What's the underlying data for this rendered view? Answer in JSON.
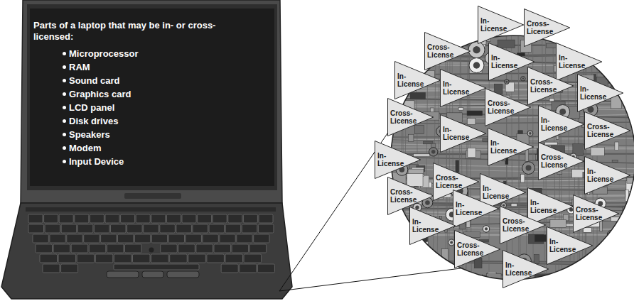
{
  "diagram": {
    "nodes": [
      {
        "text": [
          "Parts of a laptop that may be in- or cross-licensed:",
          "Microprocessor",
          "RAM",
          "Sound card",
          "Graphics card",
          "LCD panel",
          "Disk drives",
          "Speakers",
          "Modem",
          "Input Device"
        ]
      },
      {
        "text": [
          "In-License"
        ]
      },
      {
        "text": [
          "Cross-License"
        ]
      },
      {
        "text": [
          "Cross-License"
        ]
      },
      {
        "text": [
          "In-License"
        ]
      },
      {
        "text": [
          "In-License"
        ]
      },
      {
        "text": [
          "In-License"
        ]
      },
      {
        "text": [
          "In-License"
        ]
      },
      {
        "text": [
          "Cross-License"
        ]
      },
      {
        "text": [
          "In-License"
        ]
      },
      {
        "text": [
          "Cross-License"
        ]
      },
      {
        "text": [
          "Cross-License"
        ]
      },
      {
        "text": [
          "In-License"
        ]
      },
      {
        "text": [
          "In-License"
        ]
      },
      {
        "text": [
          "Cross-License"
        ]
      },
      {
        "text": [
          "In-License"
        ]
      },
      {
        "text": [
          "In-License"
        ]
      },
      {
        "text": [
          "Cross-License"
        ]
      },
      {
        "text": [
          "Cross-License"
        ]
      },
      {
        "text": [
          "In-License"
        ]
      },
      {
        "text": [
          "In-License"
        ]
      },
      {
        "text": [
          "Cross-License"
        ]
      },
      {
        "text": [
          "In-License"
        ]
      },
      {
        "text": [
          "Cross-License"
        ]
      },
      {
        "text": [
          "In-License"
        ]
      },
      {
        "text": [
          "In-License"
        ]
      },
      {
        "text": [
          "Cross-License"
        ]
      },
      {
        "text": [
          "Cross-License"
        ]
      },
      {
        "text": [
          "In-License"
        ]
      },
      {
        "text": [
          "In-License"
        ]
      }
    ]
  }
}
